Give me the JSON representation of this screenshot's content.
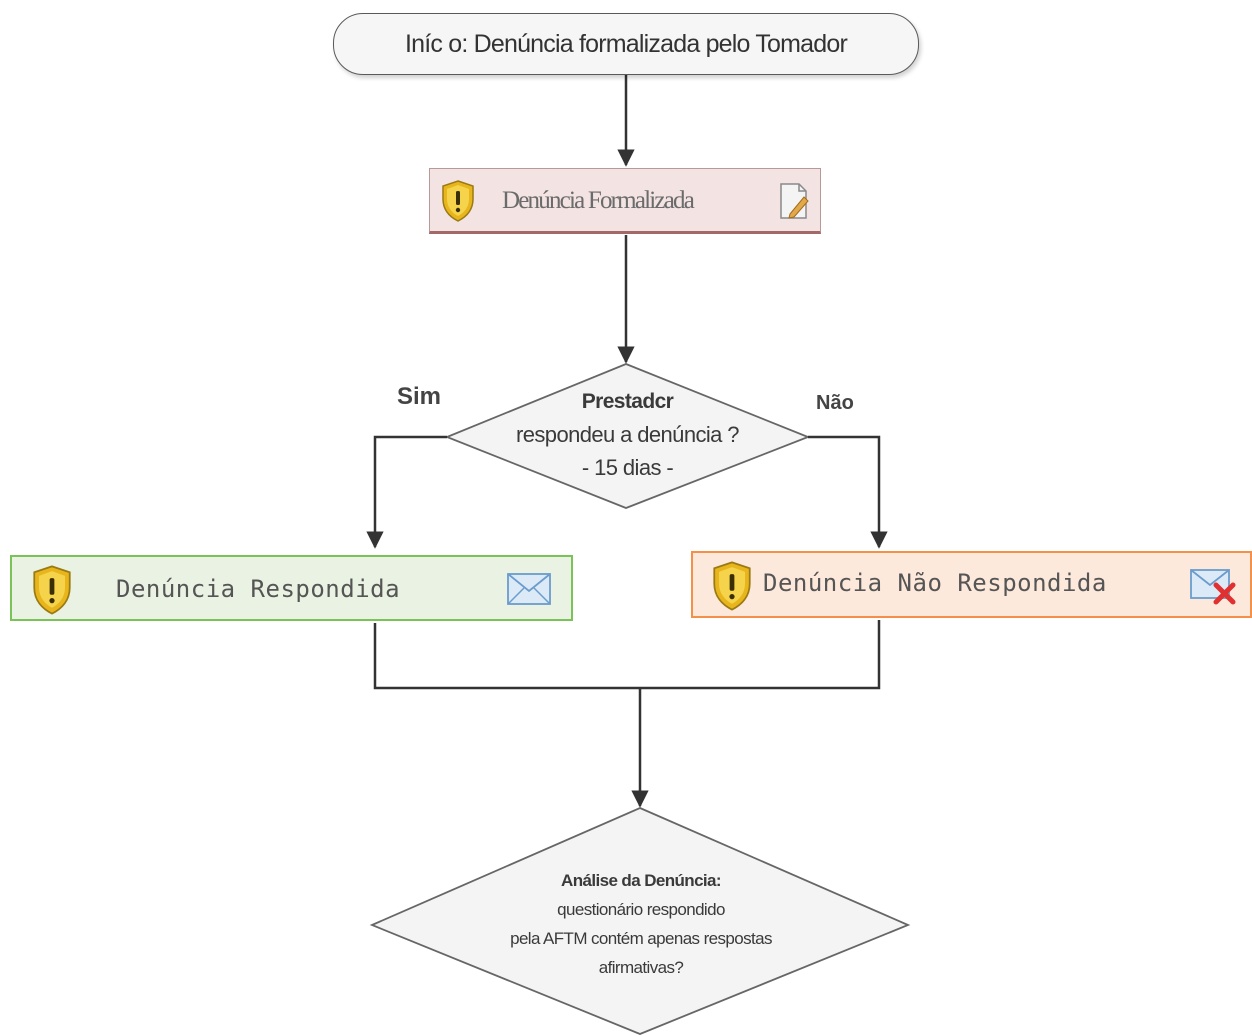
{
  "diagram": {
    "start": "Iníc o: Denúncia formalizada pelo Tomador",
    "formalized": "Denúncia Formalizada",
    "decision_1": {
      "line1": "Prestadcr",
      "line2": "respondeu a denúncia ?",
      "line3": "- 15 dias -"
    },
    "branch_yes": "Sim",
    "branch_no": "Não",
    "answered": "Denúncia Respondida",
    "not_answered": "Denúncia Não Respondida",
    "decision_2": {
      "line1": "Análise da Denúncia:",
      "line2": "questionário respondido",
      "line3": "pela AFTM contém apenas respostas",
      "line4": "afirmativas?"
    }
  },
  "icons": {
    "formalized_left": "warning-shield-icon",
    "formalized_right": "edit-document-icon",
    "answered_left": "warning-shield-icon",
    "answered_right": "envelope-icon",
    "not_answered_left": "warning-shield-icon",
    "not_answered_right": "envelope-x-icon"
  },
  "colors": {
    "formalized_fill": "#f3e3e3",
    "answered_border": "#7ac357",
    "not_answered_border": "#f3904a",
    "shield": "#e8b61c"
  }
}
